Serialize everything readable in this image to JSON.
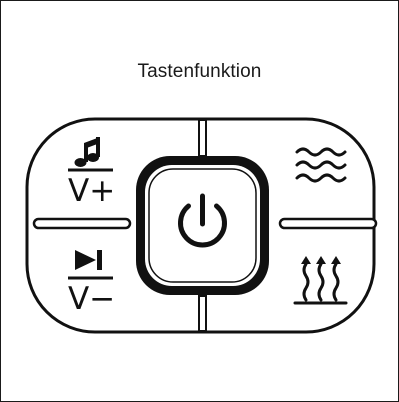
{
  "title": "Tastenfunktion",
  "panel": {
    "left_keys": {
      "upper_label": "V+",
      "upper_icon": "music-note-icon",
      "lower_label": "V−",
      "lower_icon": "play-next-icon"
    },
    "center_key": {
      "icon": "power-icon"
    },
    "right_keys": {
      "upper_icon": "massage-waves-icon",
      "lower_icon": "heat-icon"
    }
  },
  "colors": {
    "line": "#111111",
    "background": "#ffffff"
  }
}
